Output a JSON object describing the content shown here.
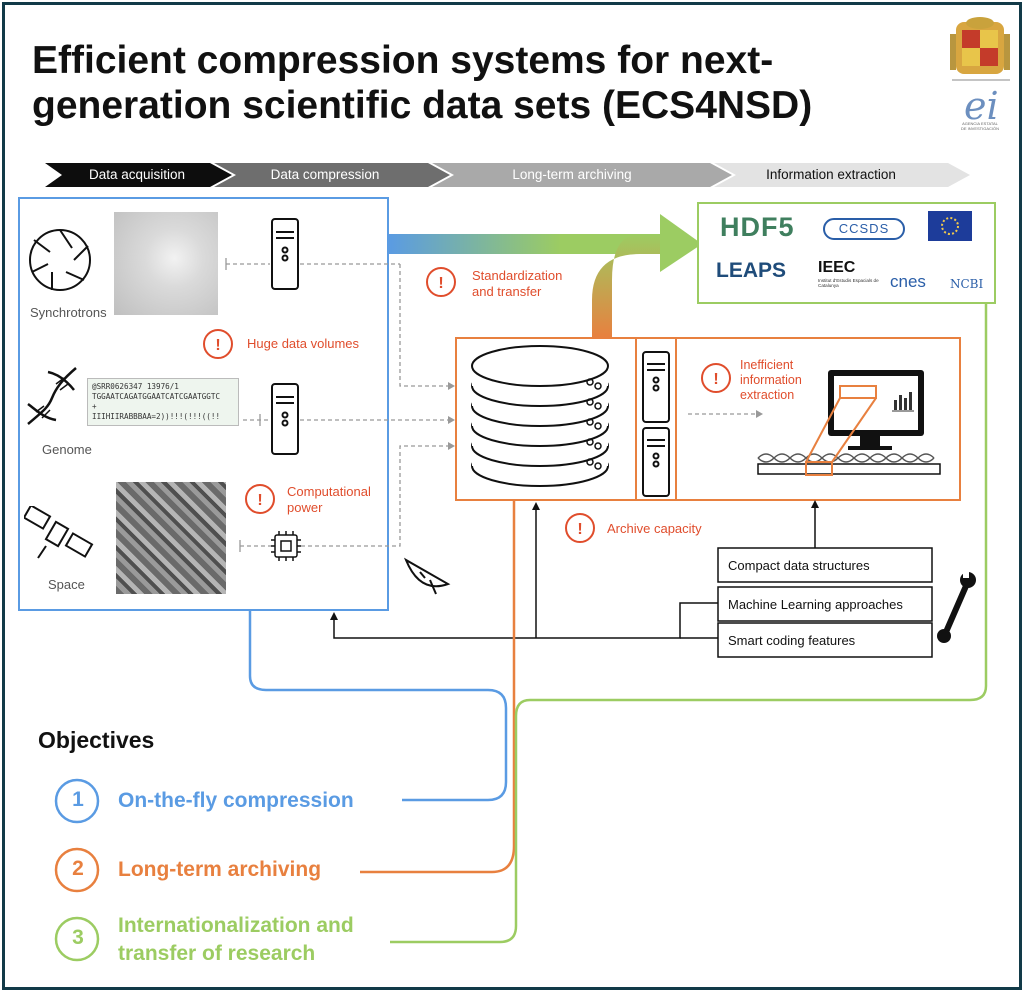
{
  "title": "Efficient compression systems for next-generation scientific data sets (ECS4NSD)",
  "title_line1": "Efficient compression systems for next-",
  "title_line2": "generation scientific data sets (ECS4NSD)",
  "stages": [
    "Data acquisition",
    "Data compression",
    "Long-term archiving",
    "Information extraction"
  ],
  "sources": {
    "synchrotrons": "Synchrotrons",
    "genome": "Genome",
    "space": "Space",
    "genome_seq": "@SRR0626347 13976/1\nTGGAATCAGATGGAATCATCGAATGGTC\n+\nIIIHIIRABBBAA=2))!!!(!!!((!!"
  },
  "warnings": {
    "huge_data": "Huge data volumes",
    "computational_line1": "Computational",
    "computational_line2": "power",
    "standardization_line1": "Standardization",
    "standardization_line2": "and transfer",
    "inefficient_line1": "Inefficient",
    "inefficient_line2": "information",
    "inefficient_line3": "extraction",
    "archive": "Archive capacity"
  },
  "techniques": [
    "Compact data structures",
    "Machine Learning approaches",
    "Smart coding features"
  ],
  "partners": {
    "hdf5": "HDF5",
    "ccsds": "CCSDS",
    "leaps": "LEAPS",
    "ieec": "IEEC",
    "ieec_sub": "Institut d'Estudis Espacials de Catalunya",
    "cnes": "cnes",
    "ncbi": "NCBI",
    "aei": "AGENCIA ESTATAL DE INVESTIGACIÓN"
  },
  "objectives": {
    "heading": "Objectives",
    "items": [
      {
        "num": "1",
        "label": "On-the-fly compression",
        "color": "#5a9be3"
      },
      {
        "num": "2",
        "label": "Long-term archiving",
        "color": "#e8803f"
      },
      {
        "num": "3",
        "label_line1": "Internationalization and",
        "label_line2": "transfer of research",
        "color": "#9ccc62"
      }
    ]
  },
  "colors": {
    "blue": "#5a9be3",
    "orange": "#e8803f",
    "green": "#9ccc62",
    "red": "#e04d2c",
    "frame": "#123a48"
  }
}
